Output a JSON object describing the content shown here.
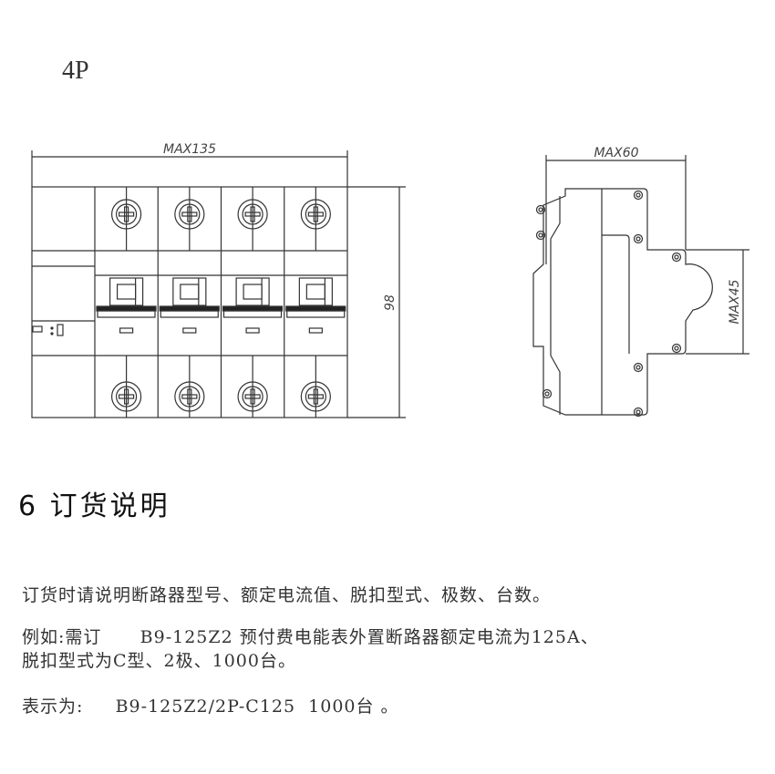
{
  "drawing": {
    "pole_label": "4P",
    "front_width_dim": "MAX135",
    "front_height_dim": "98",
    "side_depth_dim": "MAX60",
    "side_front_dim": "MAX45",
    "poles": 4
  },
  "section": {
    "heading": "6 订货说明",
    "line1": "订货时请说明断路器型号、额定电流值、脱扣型式、极数、台数。",
    "line2": "例如:需订      B9-125Z2 预付费电能表外置断路器额定电流为125A、",
    "line3": "脱扣型式为C型、2极、1000台。",
    "line4": "表示为:     B9-125Z2/2P-C125  1000台 。"
  }
}
